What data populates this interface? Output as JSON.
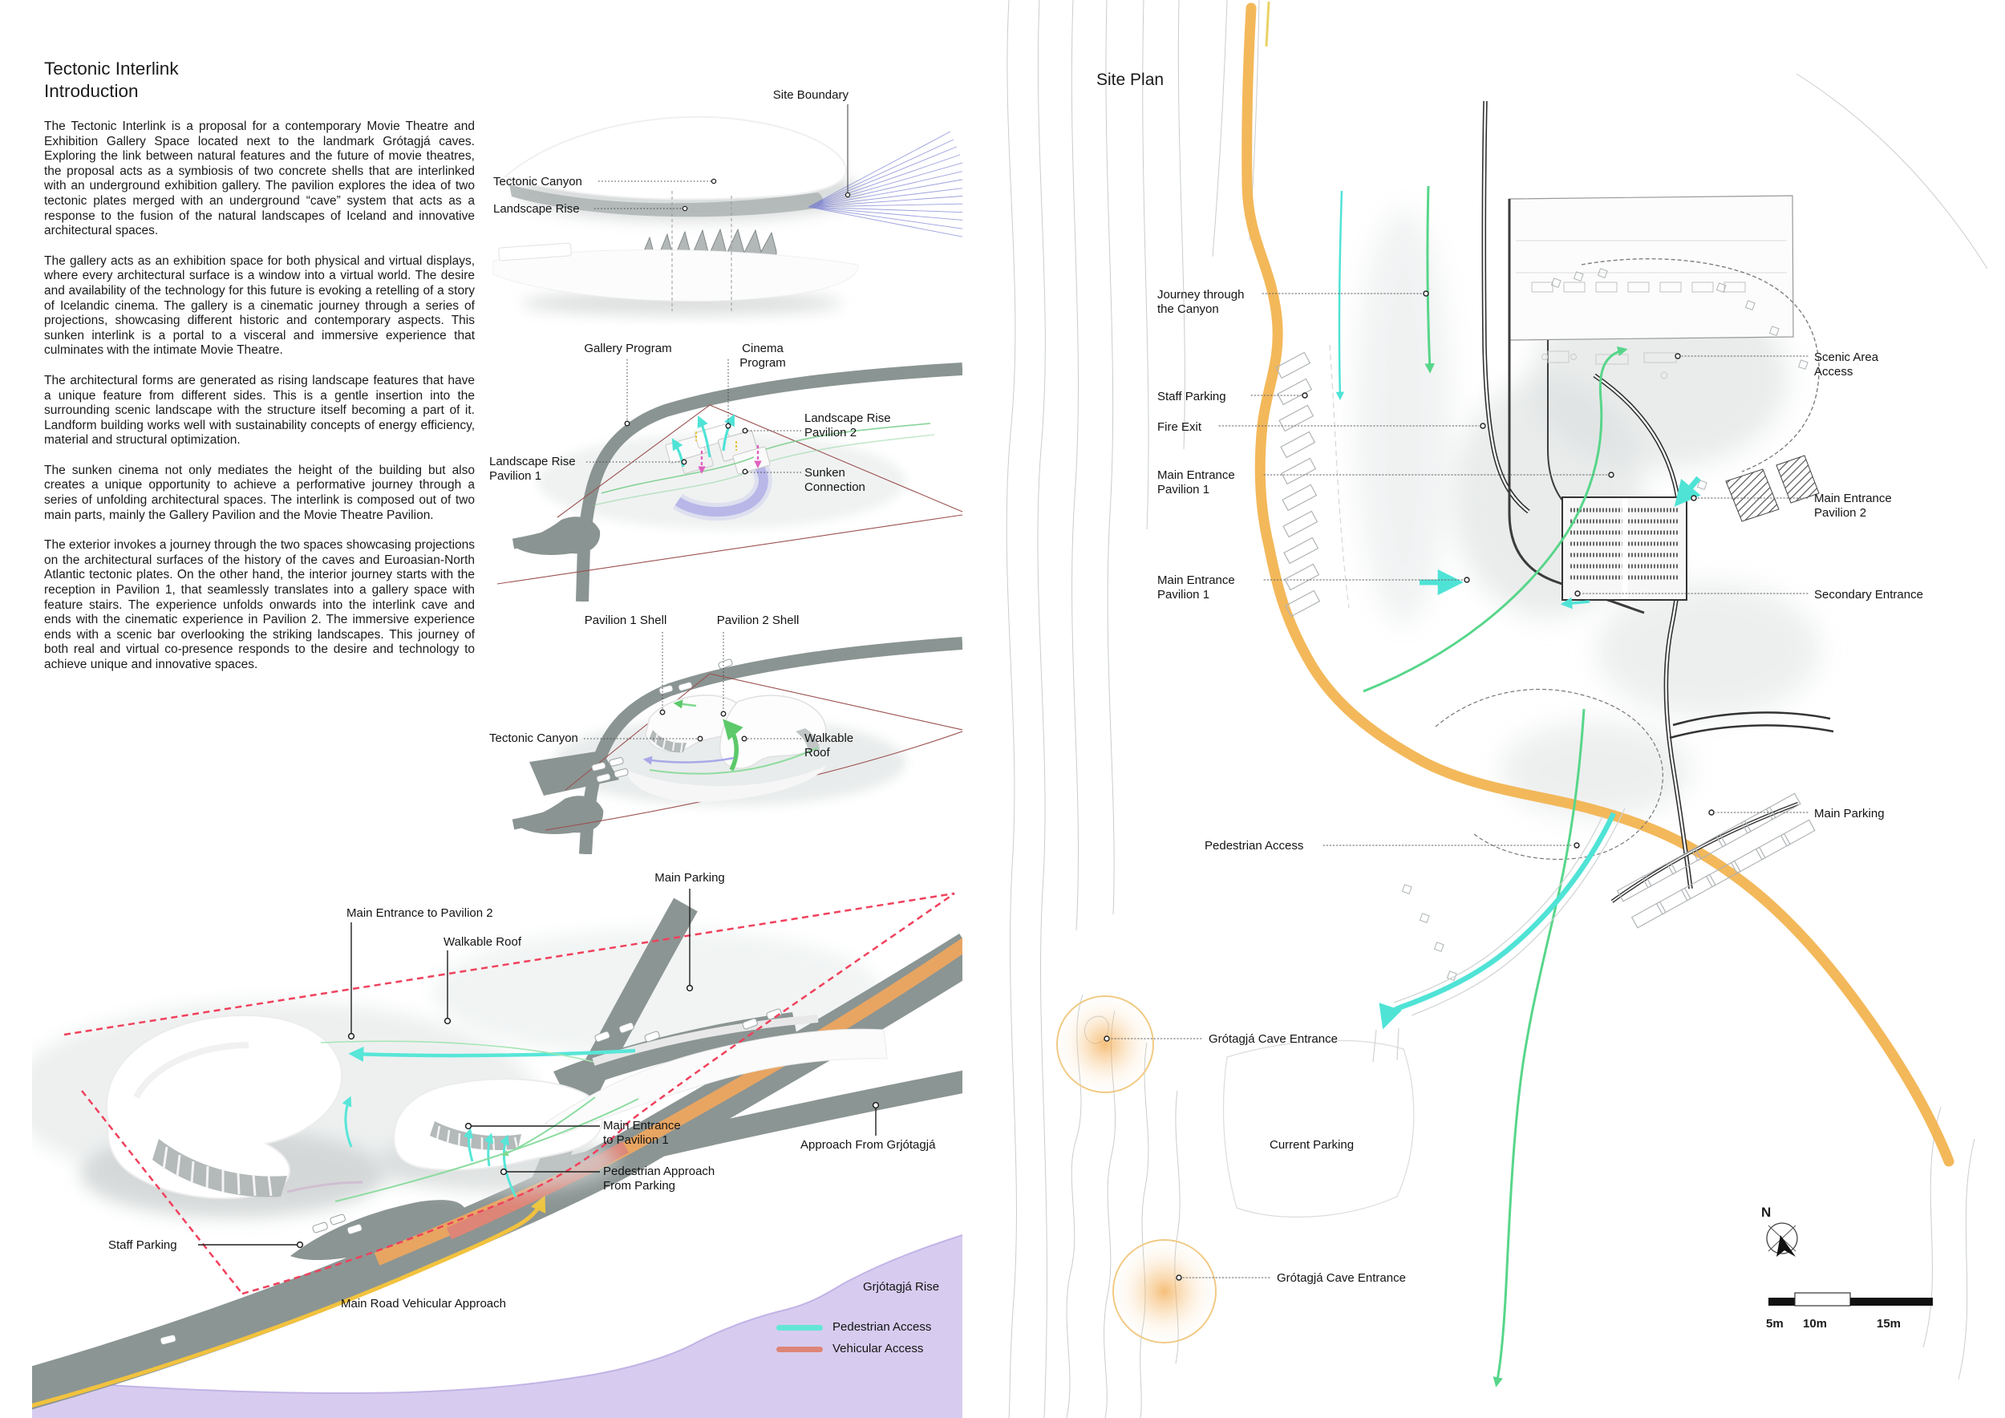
{
  "intro": {
    "title_line1": "Tectonic Interlink",
    "title_line2": "Introduction",
    "paragraphs": [
      "The Tectonic Interlink is a proposal for a contemporary Movie Theatre and Exhibition Gallery Space located next to the landmark Grótagjá caves. Exploring the link between natural features and the future of movie theatres, the proposal acts as a symbiosis of two concrete shells that are interlinked with an underground exhibition gallery. The pavilion explores the idea of two tectonic plates merged with an underground “cave” system that acts as a response to the fusion of the natural landscapes of Iceland and innovative architectural spaces.",
      "The gallery acts as an exhibition space for both physical and virtual displays, where every architectural surface is a window into a virtual world.  The desire and availability of the technology for this future is evoking a retelling of a story of Icelandic cinema. The gallery is a cinematic journey through a series of projections, showcasing different historic and contemporary aspects. This sunken interlink is a portal to a visceral and immersive experience that culminates with the intimate Movie Theatre.",
      "The architectural forms are generated as rising landscape features that have a unique feature from different sides. This is a gentle insertion into the surrounding scenic landscape with the structure itself becoming a part of it. Landform building works well with sustainability concepts of energy efficiency, material and structural optimization.",
      "The sunken cinema not only mediates the height of the building but also creates a unique opportunity to achieve a performative journey through a series of unfolding architectural spaces. The interlink is composed out of two main parts, mainly the Gallery Pavilion and the Movie Theatre Pavilion.",
      "The exterior invokes a journey through the two spaces showcasing projections on the architectural surfaces of the history of the caves and Euroasian-North Atlantic tectonic plates. On the other hand, the interior journey starts with the reception in Pavilion 1, that seamlessly translates into a gallery space with feature stairs. The experience unfolds onwards into the interlink cave and ends with the cinematic experience in Pavilion 2. The immersive experience ends with a scenic bar overlooking the striking landscapes. This journey of both real and virtual co-presence responds to the desire and technology to achieve unique and innovative spaces."
    ]
  },
  "concept": {
    "d1": {
      "site_boundary": "Site Boundary",
      "tectonic_canyon": "Tectonic Canyon",
      "landscape_rise": "Landscape Rise"
    },
    "d2": {
      "gallery_program": "Gallery Program",
      "cinema_program": "Cinema Program",
      "landscape_rise_pavilion_2": "Landscape Rise Pavilion 2",
      "landscape_rise_pavilion_1": "Landscape Rise Pavilion 1",
      "sunken_connection": "Sunken Connection"
    },
    "d3": {
      "pavilion_1_shell": "Pavilion 1 Shell",
      "pavilion_2_shell": "Pavilion 2 Shell",
      "tectonic_canyon": "Tectonic Canyon",
      "walkable_roof": "Walkable Roof"
    }
  },
  "access": {
    "main_parking": "Main Parking",
    "main_entrance_pavilion_2": "Main Entrance to Pavilion 2",
    "walkable_roof": "Walkable Roof",
    "main_entrance_pavilion_1": "Main Entrance to Pavilion 1",
    "pedestrian_approach": "Pedestrian Approach From Parking",
    "approach_from_grjotagja": "Approach From Grjótagjá",
    "staff_parking": "Staff Parking",
    "main_road": "Main Road Vehicular Approach",
    "grjotagja_rise": "Grjótagjá Rise",
    "legend": {
      "pedestrian_label": "Pedestrian Access",
      "vehicular_label": "Vehicular Access"
    }
  },
  "site_plan": {
    "title": "Site Plan",
    "journey_through_canyon": "Journey through the Canyon",
    "staff_parking": "Staff Parking",
    "fire_exit": "Fire Exit",
    "main_entrance_pavilion_1_a": "Main Entrance Pavilion 1",
    "main_entrance_pavilion_1_b": "Main Entrance Pavilion 1",
    "pedestrian_access": "Pedestrian Access",
    "cave_entrance_1": "Grótagjá Cave Entrance",
    "current_parking": "Current Parking",
    "cave_entrance_2": "Grótagjá Cave Entrance",
    "scenic_area_access": "Scenic Area Access",
    "main_entrance_pavilion_2": "Main Entrance Pavilion 2",
    "secondary_entrance": "Secondary Entrance",
    "main_parking": "Main Parking",
    "north": "N",
    "scale": [
      "5m",
      "10m",
      "15m"
    ]
  },
  "colors": {
    "pedestrian_access": "#63e6d6",
    "vehicular_access": "#dd8577",
    "road_orange": "#f2b24c",
    "path_green": "#57d68a",
    "site_boundary_red": "#f0415c",
    "cave_glow": "#f2a340",
    "lavender": "#d5c9ee"
  }
}
